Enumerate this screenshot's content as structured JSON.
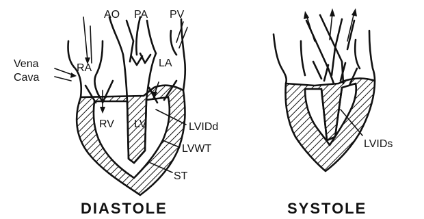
{
  "diastole": {
    "caption": "DIASTOLE",
    "labels": {
      "ao": "AO",
      "pa": "PA",
      "pv": "PV",
      "vena": "Vena",
      "cava": "Cava",
      "ra": "RA",
      "la": "LA",
      "rv": "RV",
      "lv": "LV",
      "lvidd": "LVIDd",
      "lvwt": "LVWT",
      "st": "ST"
    }
  },
  "systole": {
    "caption": "SYSTOLE",
    "labels": {
      "lvids": "LVIDs"
    }
  }
}
